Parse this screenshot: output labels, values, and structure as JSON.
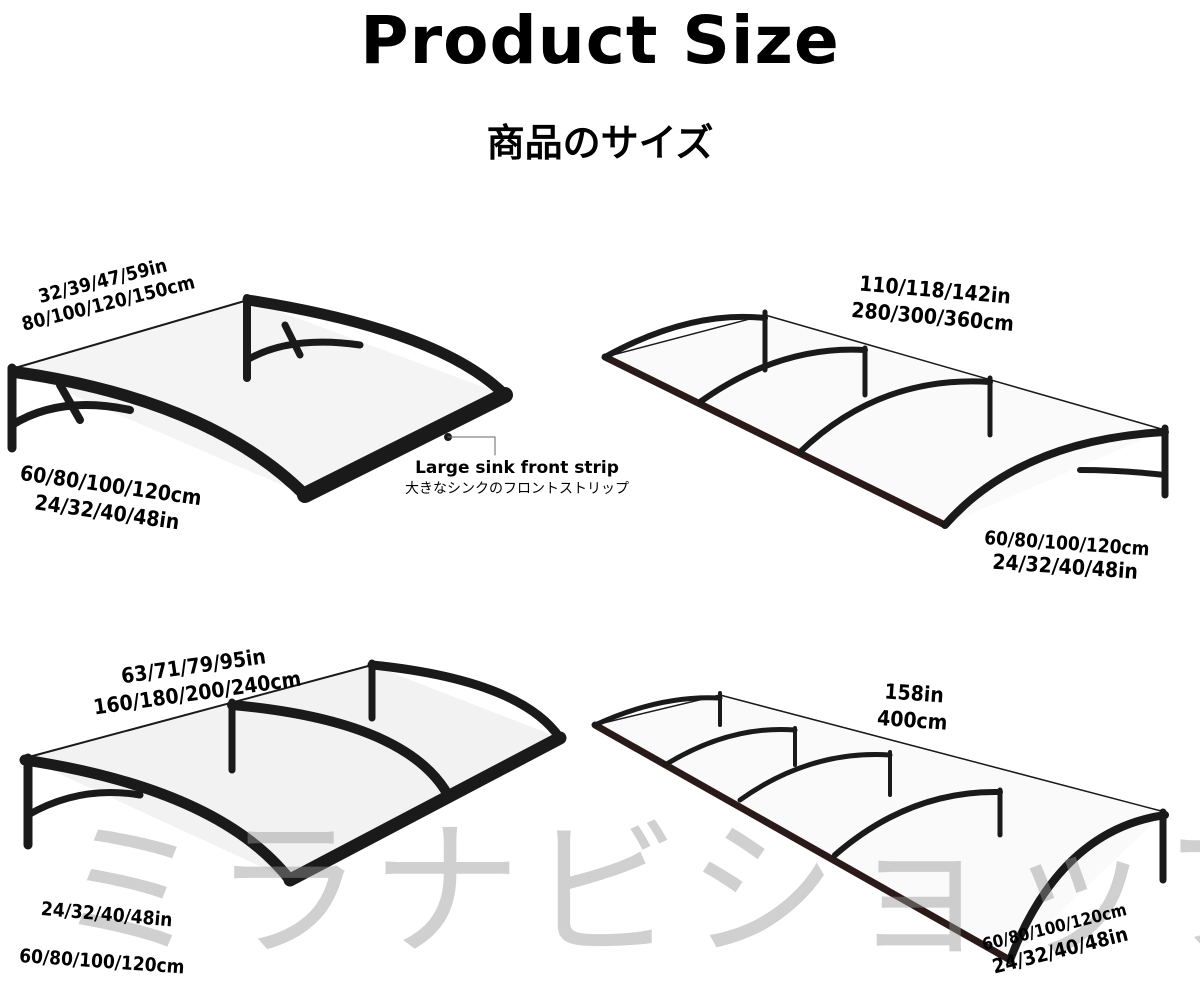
{
  "header": {
    "title": "Product Size",
    "subtitle": "商品のサイズ"
  },
  "panels": [
    {
      "name": "single",
      "width_in": "32/39/47/59in",
      "width_cm": "80/100/120/150cm",
      "depth_cm": "60/80/100/120cm",
      "depth_in": "24/32/40/48in",
      "callout_en": "Large sink front strip",
      "callout_ja": "大きなシンクのフロントストリップ"
    },
    {
      "name": "triple",
      "width_in": "110/118/142in",
      "width_cm": "280/300/360cm",
      "depth_cm": "60/80/100/120cm",
      "depth_in": "24/32/40/48in"
    },
    {
      "name": "double",
      "width_in": "63/71/79/95in",
      "width_cm": "160/180/200/240cm",
      "depth_in": "24/32/40/48in",
      "depth_cm": "60/80/100/120cm"
    },
    {
      "name": "quad",
      "width_in": "158in",
      "width_cm": "400cm",
      "depth_cm": "60/80/100/120cm",
      "depth_in": "24/32/40/48in"
    }
  ],
  "watermark": "ミラナビショップ",
  "colors": {
    "frame": "#1a1a1a",
    "panel": "#f3f3f3",
    "watermark": "#9a9a9a"
  }
}
